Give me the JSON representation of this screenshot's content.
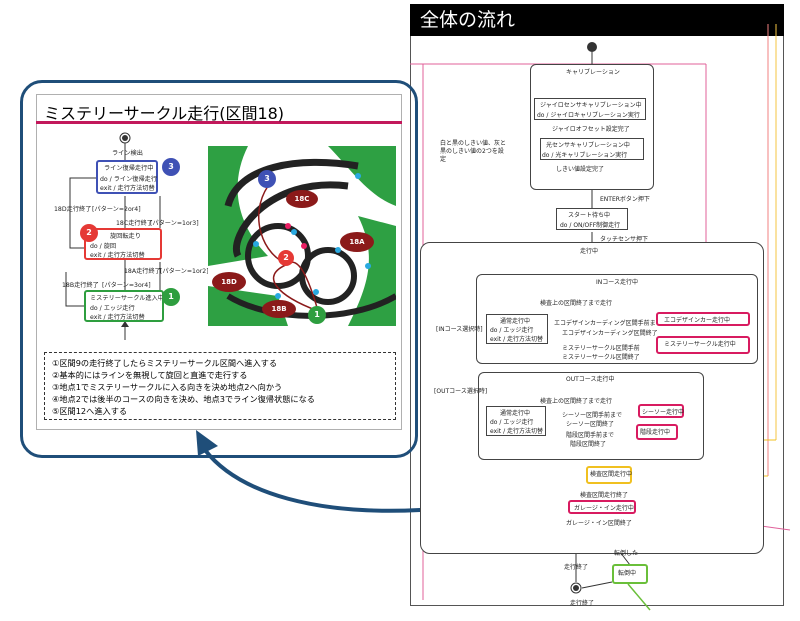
{
  "overview": {
    "title": "全体の流れ",
    "calibration": {
      "label": "キャリブレーション",
      "gyro_cal": "ジャイロセンサキャリブレーション中",
      "gyro_do": "do / ジャイロキャリブレーション実行",
      "gyro_done": "ジャイロオフセット設定完了",
      "light_cal": "光センサキャリブレーション中",
      "light_do": "do / 光キャリブレーション実行",
      "threshold": "しきい値設定完了",
      "note": "白と黒のしきい値、灰と黒のしきい値の2つを設定"
    },
    "enter_push": "ENTERボタン押下",
    "start_wait": "スタート待ち中",
    "start_do": "do / ON/OFF制御走行",
    "touch": "タッチセンサ押下",
    "running": "走行中",
    "in_course": "INコース走行中",
    "in_label": "[INコース選択時]",
    "out_course": "OUTコース走行中",
    "out_label": "[OUTコース選択時]",
    "normal_run": "通常走行中",
    "normal_do": "do / エッジ走行",
    "normal_exit": "exit / 走行方法切替",
    "seg_end": "検査上の区間終了まで走行",
    "egg": "エコデザインカーディング区間手前まで",
    "egg_done": "エコデザインカーディング区間終了",
    "ms_seg": "ミステリーサークル区間手前",
    "ms_done": "ミステリーサークル区間終了",
    "ms_run": "ミステリーサークル走行中",
    "eco_run": "エコデザインカー走行中",
    "seesaw_seg": "シーソー区間手前まで",
    "seesaw_done": "シーソー区間終了",
    "seesaw_run": "シーソー走行中",
    "stairs_seg": "階段区間手前まで",
    "stairs_done": "階段区間終了",
    "stairs_run": "階段走行中",
    "fast_run": "検査区間走行中",
    "fast_end": "検査区間走行終了",
    "garage_run": "ガレージ・イン走行中",
    "garage_done": "ガレージ・イン区間終了",
    "fall": "転倒した",
    "fall_state": "転倒中",
    "run_end": "走行終了",
    "run_end2": "走行終了"
  },
  "detail": {
    "title": "ミステリーサークル走行(区間18)",
    "line_detect": "ライン検出",
    "line_recover": "ライン復帰走行中",
    "line_recover_do": "do / ライン復帰走行",
    "line_recover_exit": "exit / 走行方法切替",
    "turning": "旋回転走り",
    "turning_do": "do / 旋回",
    "turning_exit": "exit / 走行方法切替",
    "ms_entry": "ミステリーサークル進入中",
    "ms_entry_do": "do / エッジ走行",
    "ms_entry_exit": "exit / 走行方法切替",
    "t18d": "18D走行終了",
    "t18d_guard": "[パターン=2or4]",
    "t18c": "18C走行終了",
    "t18c_guard": "[パターン=1or3]",
    "t18a": "18A走行終了",
    "t18a_guard": "[パターン=1or2]",
    "t18b": "18B走行終了",
    "t18b_guard": "[パターン=3or4]",
    "n1": "1",
    "n2": "2",
    "n3": "3",
    "map_labels": [
      "18C",
      "18A",
      "18D",
      "18B"
    ],
    "map_nums": [
      "3",
      "2",
      "1"
    ],
    "notes": [
      "①区間9の走行終了したらミステリーサークル区間へ進入する",
      "②基本的にはラインを無視して旋回と直進で走行する",
      "③地点1でミステリーサークルに入る向きを決め地点2へ向かう",
      "④地点2では後半のコースの向きを決め、地点3でライン復帰状態になる",
      "⑤区間12へ進入する"
    ]
  },
  "colors": {
    "frame": "#1f4e79",
    "title_line": "#c2185b",
    "blue": "#3f51b5",
    "red": "#e53935",
    "green": "#2e9e3f",
    "magenta": "#d81b60",
    "yellow": "#f0c020",
    "maroon": "#8b1a1a"
  }
}
